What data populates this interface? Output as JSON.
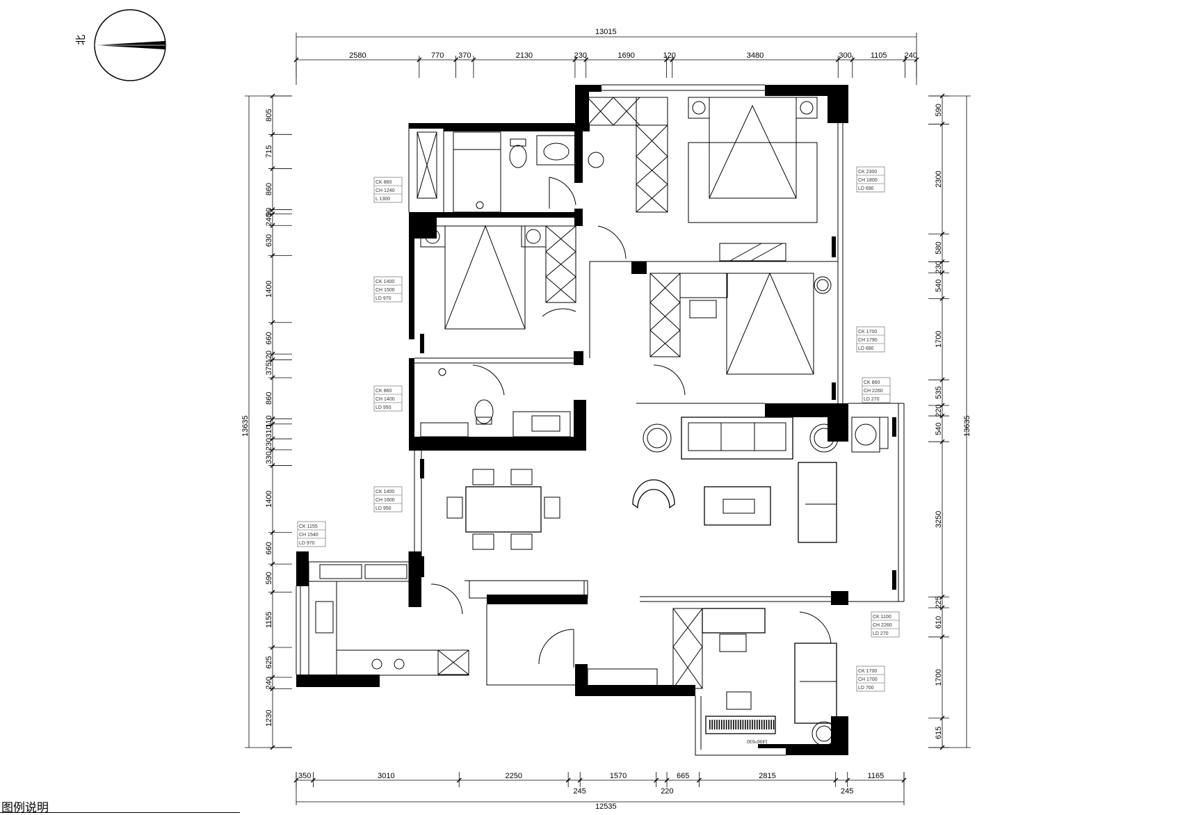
{
  "compass": {
    "label": "北"
  },
  "dims": {
    "top_total": "13015",
    "top": [
      "2580",
      "770",
      "370",
      "2130",
      "230",
      "1690",
      "120",
      "3480",
      "300",
      "1105",
      "240"
    ],
    "bottom_total": "12535",
    "bottom": [
      "350",
      "3010",
      "2250",
      "1570",
      "665",
      "2815",
      "1165"
    ],
    "bottom_small": [
      "245",
      "220",
      "245"
    ],
    "left_total": "13635",
    "left": [
      "805",
      "715",
      "860",
      "90",
      "240",
      "630",
      "1400",
      "660",
      "120",
      "375",
      "860",
      "110",
      "310",
      "230",
      "330",
      "1400",
      "660",
      "590",
      "1155",
      "625",
      "240",
      "1230"
    ],
    "right_total": "13635",
    "right": [
      "590",
      "2300",
      "580",
      "230",
      "540",
      "1700",
      "535",
      "220",
      "540",
      "3250",
      "225",
      "610",
      "1700",
      "615"
    ]
  },
  "windows": [
    {
      "ck": "CK  860",
      "ch": "CH 1240",
      "ld": "L   1300"
    },
    {
      "ck": "CK 2300",
      "ch": "CH 1800",
      "ld": "LD  690"
    },
    {
      "ck": "CK 1400",
      "ch": "CH 1500",
      "ld": "LD  970"
    },
    {
      "ck": "CK 1700",
      "ch": "CH 1790",
      "ld": "LD  680"
    },
    {
      "ck": "CK  860",
      "ch": "CH 1400",
      "ld": "LD  950"
    },
    {
      "ck": "CK  860",
      "ch": "CH 2260",
      "ld": "LD  270"
    },
    {
      "ck": "CK 1400",
      "ch": "CH 1600",
      "ld": "LD  950"
    },
    {
      "ck": "CK 1155",
      "ch": "CH 1540",
      "ld": "LD  970"
    },
    {
      "ck": "CK 1100",
      "ch": "CH 2260",
      "ld": "LD  270"
    },
    {
      "ck": "CK 1700",
      "ch": "CH 1700",
      "ld": "LD  700"
    }
  ],
  "piano_label": "1490*630",
  "legend": {
    "title": "图例说明"
  }
}
